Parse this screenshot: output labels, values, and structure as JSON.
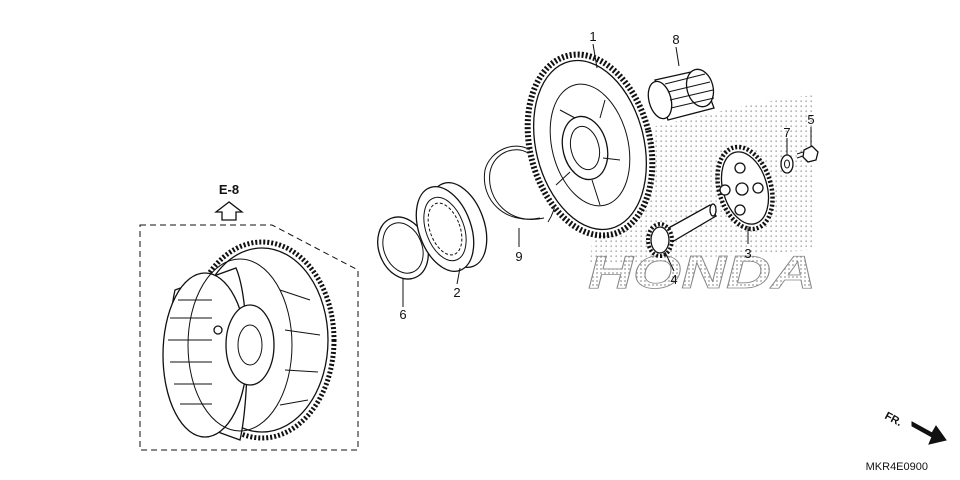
{
  "assembly": {
    "reference": {
      "label": "E-8"
    },
    "diagram_code": "MKR4E0900",
    "brand_watermark": "HONDA",
    "direction_indicator": {
      "label": "FR."
    }
  },
  "callouts": [
    {
      "id": "1",
      "part": "gear"
    },
    {
      "id": "2",
      "part": "bearing"
    },
    {
      "id": "3",
      "part": "gear"
    },
    {
      "id": "4",
      "part": "shaft"
    },
    {
      "id": "5",
      "part": "bolt"
    },
    {
      "id": "6",
      "part": "washer"
    },
    {
      "id": "7",
      "part": "washer"
    },
    {
      "id": "8",
      "part": "needle-bearing"
    },
    {
      "id": "9",
      "part": "snap-ring"
    }
  ],
  "colors": {
    "line": "#111111",
    "background": "#ffffff",
    "watermark_dots": "#9a9a9a"
  }
}
